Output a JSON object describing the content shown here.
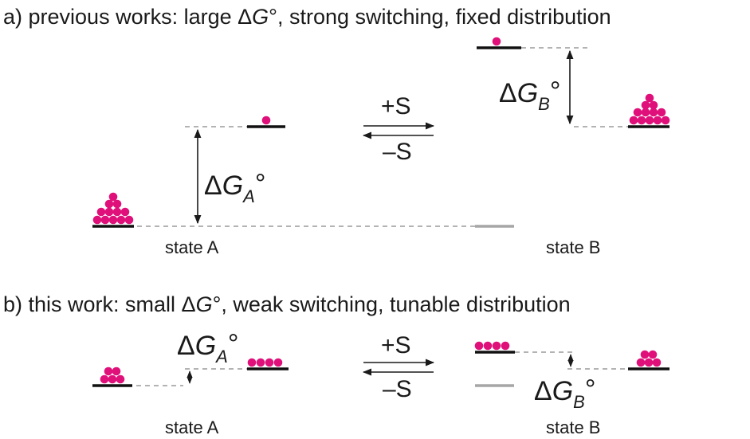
{
  "panel_a": {
    "title_pre": "a) previous works: large Δ",
    "title_g": "G",
    "title_post": "°, strong switching, fixed distribution",
    "state_a_label": "state A",
    "state_b_label": "state B",
    "delta_a": {
      "delta": "Δ",
      "g": "G",
      "sub": "A",
      "deg": "°"
    },
    "delta_b": {
      "delta": "Δ",
      "g": "G",
      "sub": "B",
      "deg": "°"
    },
    "forward": "+S",
    "reverse": "–S"
  },
  "panel_b": {
    "title_pre": "b) this work: small Δ",
    "title_g": "G",
    "title_post": "°, weak switching, tunable distribution",
    "state_a_label": "state A",
    "state_b_label": "state B",
    "delta_a": {
      "delta": "Δ",
      "g": "G",
      "sub": "A",
      "deg": "°"
    },
    "delta_b": {
      "delta": "Δ",
      "g": "G",
      "sub": "B",
      "deg": "°"
    },
    "forward": "+S",
    "reverse": "–S"
  },
  "colors": {
    "particle": "#e0107a",
    "level": "#111111",
    "ghost_level": "#a6a6a6",
    "dashed": "#9a9a9a"
  }
}
